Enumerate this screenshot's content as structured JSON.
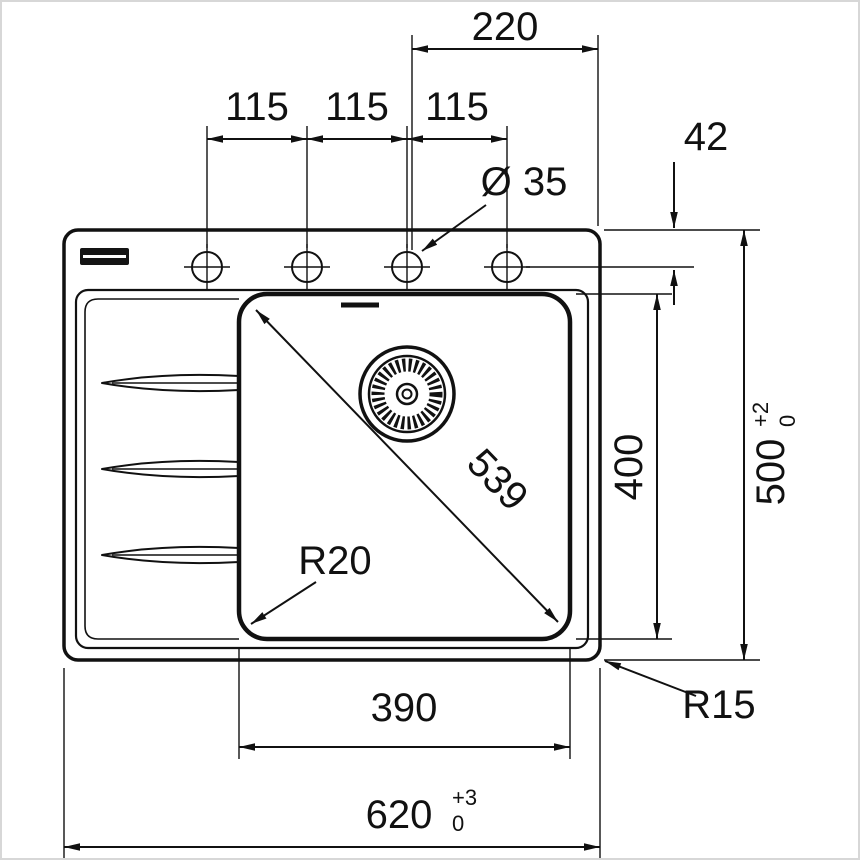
{
  "drawing": {
    "top": {
      "dim_220": "220",
      "dim_115_a": "115",
      "dim_115_b": "115",
      "dim_115_c": "115",
      "hole_diameter": "Ø 35",
      "dim_42": "42"
    },
    "right": {
      "dim_400": "400",
      "dim_500": "500",
      "dim_500_tol_upper": "+2",
      "dim_500_tol_lower": "0",
      "radius_r15": "R15"
    },
    "bowl": {
      "dim_539": "539",
      "radius_r20": "R20"
    },
    "bottom": {
      "dim_390": "390",
      "dim_620": "620",
      "dim_620_tol_upper": "+3",
      "dim_620_tol_lower": "0"
    },
    "colors": {
      "line": "#111111",
      "background": "#ffffff"
    }
  }
}
